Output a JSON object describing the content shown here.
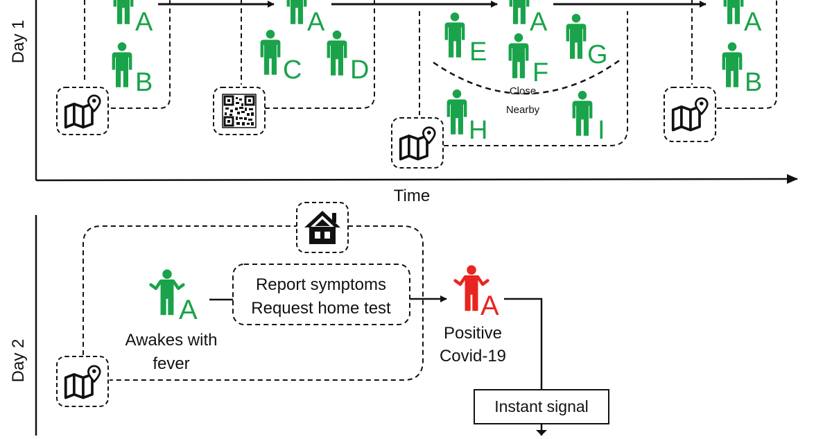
{
  "colors": {
    "healthy": "#1aa34a",
    "positive": "#e8251f",
    "ink": "#111111"
  },
  "day1": {
    "row_label": "Day 1",
    "axis_label": "Time",
    "people": [
      {
        "id": "A",
        "label": "A"
      },
      {
        "id": "B",
        "label": "B"
      },
      {
        "id": "A2",
        "label": "A"
      },
      {
        "id": "C",
        "label": "C"
      },
      {
        "id": "D",
        "label": "D"
      },
      {
        "id": "E",
        "label": "E"
      },
      {
        "id": "A3",
        "label": "A"
      },
      {
        "id": "F",
        "label": "F"
      },
      {
        "id": "G",
        "label": "G"
      },
      {
        "id": "H",
        "label": "H"
      },
      {
        "id": "I",
        "label": "I"
      },
      {
        "id": "A4",
        "label": "A"
      },
      {
        "id": "B2",
        "label": "B"
      }
    ],
    "proximity": {
      "close": "Close",
      "nearby": "Nearby"
    },
    "icons": [
      "map-icon",
      "qr-code-icon",
      "map-icon",
      "map-icon"
    ]
  },
  "day2": {
    "row_label": "Day 2",
    "person_awake": "A",
    "person_positive": "A",
    "awake_text_line1": "Awakes with",
    "awake_text_line2": "fever",
    "report_line1": "Report symptoms",
    "report_line2": "Request home test",
    "positive_line1": "Positive",
    "positive_line2": "Covid-19",
    "signal": "Instant signal",
    "icons": [
      "home-icon",
      "map-icon"
    ]
  }
}
